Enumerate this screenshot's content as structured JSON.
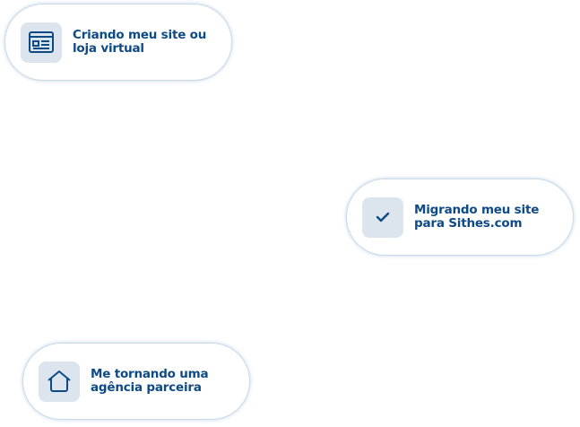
{
  "options": [
    {
      "line1": "Criando meu site ou",
      "line2": "loja virtual",
      "icon": "website-icon"
    },
    {
      "line1": "Migrando meu site",
      "line2": "para Sithes.com",
      "icon": "check-icon"
    },
    {
      "line1": "Me tornando uma",
      "line2": "agência parceira",
      "icon": "home-icon"
    }
  ],
  "colors": {
    "text": "#0e4a85",
    "icon_bg": "#dce5ee",
    "border": "#c9dbe9"
  }
}
